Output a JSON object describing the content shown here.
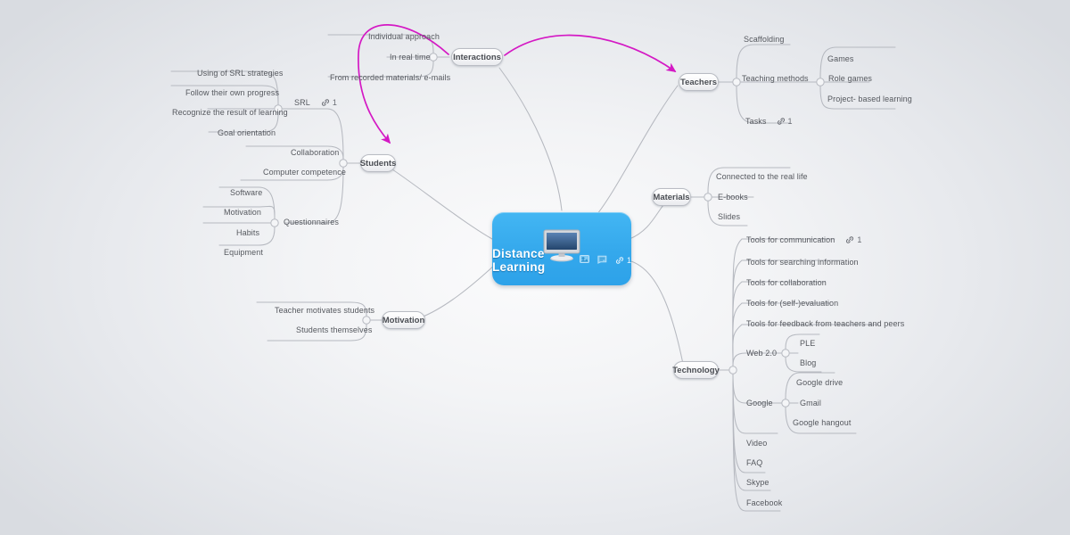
{
  "document": {
    "type": "mind-map",
    "title": "Distance Learning"
  },
  "colors": {
    "central_fill": "#34a8ec",
    "central_text": "#ffffff",
    "node_text": "#4a4d53",
    "leaf_text": "#55585e",
    "wire": "#b6b9c0",
    "relation_arrow": "#d419c4",
    "background_edge": "#d9dce1",
    "background_center": "#fbfbfc"
  },
  "central": {
    "label": "Distance Learning",
    "icon": "monitor-icon",
    "badges": [
      {
        "name": "image-attachment-icon",
        "label": ""
      },
      {
        "name": "note-icon",
        "label": ""
      },
      {
        "name": "link-icon",
        "count": "1"
      }
    ]
  },
  "branches": {
    "interactions": {
      "label": "Interactions",
      "children": [
        {
          "label": "Individual approach"
        },
        {
          "label": "In real time"
        },
        {
          "label": "From recorded materials/ e-mails"
        }
      ]
    },
    "teachers": {
      "label": "Teachers",
      "children": [
        {
          "label": "Scaffolding"
        },
        {
          "label": "Teaching methods",
          "children": [
            {
              "label": "Games"
            },
            {
              "label": "Role games"
            },
            {
              "label": "Project- based learning"
            }
          ]
        },
        {
          "label": "Tasks",
          "link_count": "1"
        }
      ]
    },
    "students": {
      "label": "Students",
      "children": [
        {
          "label": "SRL",
          "link_count": "1",
          "children": [
            {
              "label": "Using of SRL strategies"
            },
            {
              "label": "Follow their own progress"
            },
            {
              "label": "Recognize the result of learning"
            },
            {
              "label": "Goal orientation"
            }
          ]
        },
        {
          "label": "Collaboration"
        },
        {
          "label": "Computer competence"
        },
        {
          "label": "Questionnaires",
          "children": [
            {
              "label": "Software"
            },
            {
              "label": "Motivation"
            },
            {
              "label": "Habits"
            },
            {
              "label": "Equipment"
            }
          ]
        }
      ]
    },
    "motivation": {
      "label": "Motivation",
      "children": [
        {
          "label": "Teacher motivates students"
        },
        {
          "label": "Students themselves"
        }
      ]
    },
    "materials": {
      "label": "Materials",
      "children": [
        {
          "label": "Connected to the real life"
        },
        {
          "label": "E-books"
        },
        {
          "label": "Slides"
        }
      ]
    },
    "technology": {
      "label": "Technology",
      "children": [
        {
          "label": "Tools for communication",
          "link_count": "1"
        },
        {
          "label": "Tools for searching information"
        },
        {
          "label": "Tools for collaboration"
        },
        {
          "label": "Tools for (self-)evaluation"
        },
        {
          "label": "Tools for feedback from teachers and peers"
        },
        {
          "label": "Web 2.0",
          "children": [
            {
              "label": "PLE"
            },
            {
              "label": "Blog"
            }
          ]
        },
        {
          "label": "Google",
          "children": [
            {
              "label": "Google drive"
            },
            {
              "label": "Gmail"
            },
            {
              "label": "Google hangout"
            }
          ]
        },
        {
          "label": "Video"
        },
        {
          "label": "FAQ"
        },
        {
          "label": "Skype"
        },
        {
          "label": "Facebook"
        }
      ]
    }
  },
  "relations": [
    {
      "name": "relation-interactions-to-students",
      "from": "Interactions",
      "to": "Students"
    },
    {
      "name": "relation-interactions-to-teachers",
      "from": "Interactions",
      "to": "Teachers"
    }
  ]
}
